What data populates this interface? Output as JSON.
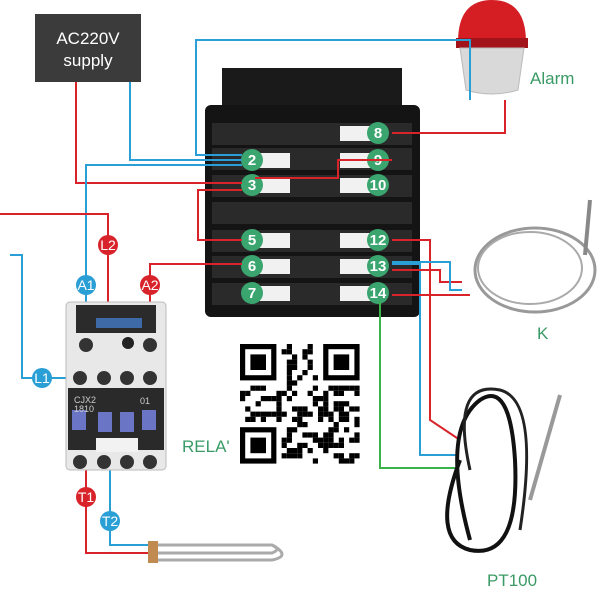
{
  "supply": {
    "line1": "AC220V",
    "line2": "supply"
  },
  "alarm": {
    "label": "Alarm"
  },
  "controller": {
    "left_terminals": [
      "2",
      "3",
      "5",
      "6",
      "7"
    ],
    "right_terminals": [
      "8",
      "9",
      "10",
      "12",
      "13",
      "14"
    ]
  },
  "contactor": {
    "markers": {
      "L1": "L1",
      "L2": "L2",
      "A1": "A1",
      "A2": "A2",
      "T1": "T1",
      "T2": "T2"
    },
    "model": "CJX2",
    "model_num": "1810",
    "aux": "01"
  },
  "sensors": {
    "thermocouple": "K",
    "rtd": "PT100"
  },
  "relay_caption": "RELA'",
  "colors": {
    "red_wire": "#d8232a",
    "blue_wire": "#2a9fd6",
    "green_wire": "#3bb24a",
    "terminal": "#3aa56e"
  }
}
